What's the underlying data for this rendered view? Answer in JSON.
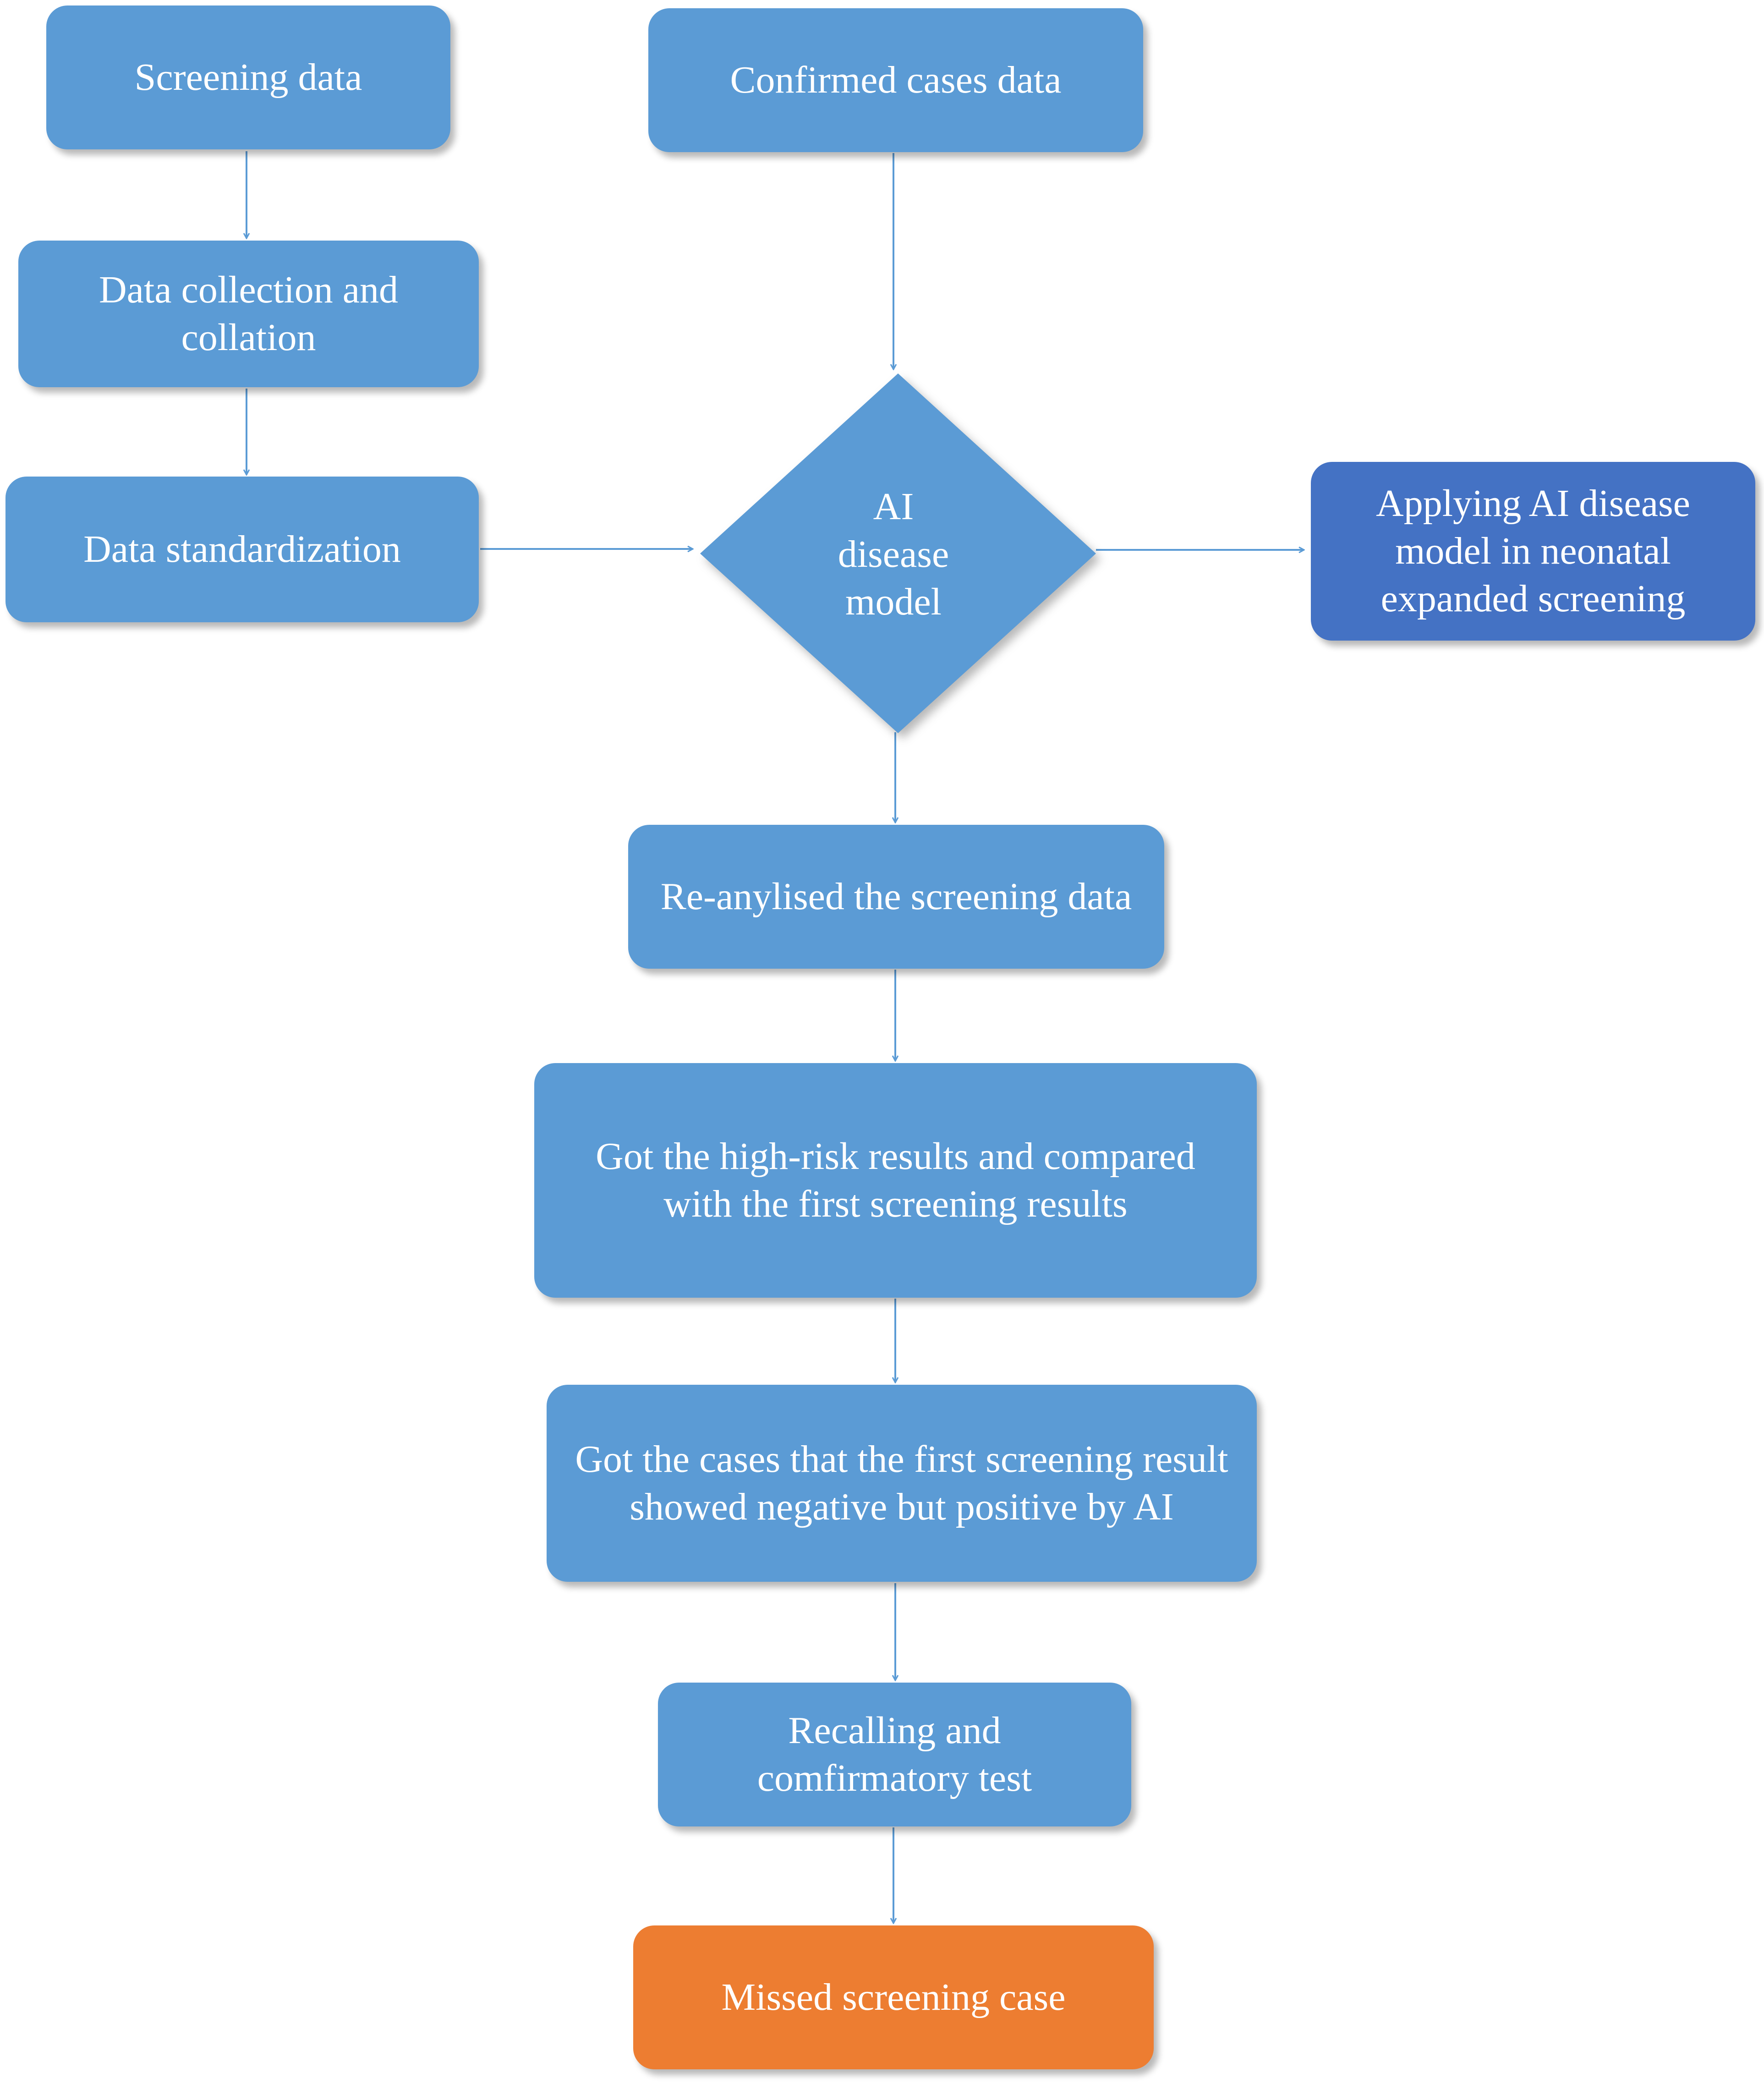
{
  "nodes": {
    "screening_data": "Screening data",
    "confirmed_cases_data": "Confirmed cases data",
    "data_collection": "Data collection and collation",
    "data_standardization": "Data standardization",
    "ai_model": "AI\ndisease\nmodel",
    "applying_ai": "Applying AI disease model in neonatal expanded screening",
    "reanalysed": "Re-anylised the screening data",
    "high_risk": "Got the high-risk results and compared with the first screening results",
    "negative_positive": "Got the cases that the first screening result showed negative but positive by AI",
    "recalling": "Recalling and comfirmatory test",
    "missed": "Missed screening case"
  },
  "colors": {
    "process_box": "#5b9bd5",
    "output_box": "#4472c4",
    "result_box": "#ed7d31",
    "connector": "#5b9bd5"
  }
}
